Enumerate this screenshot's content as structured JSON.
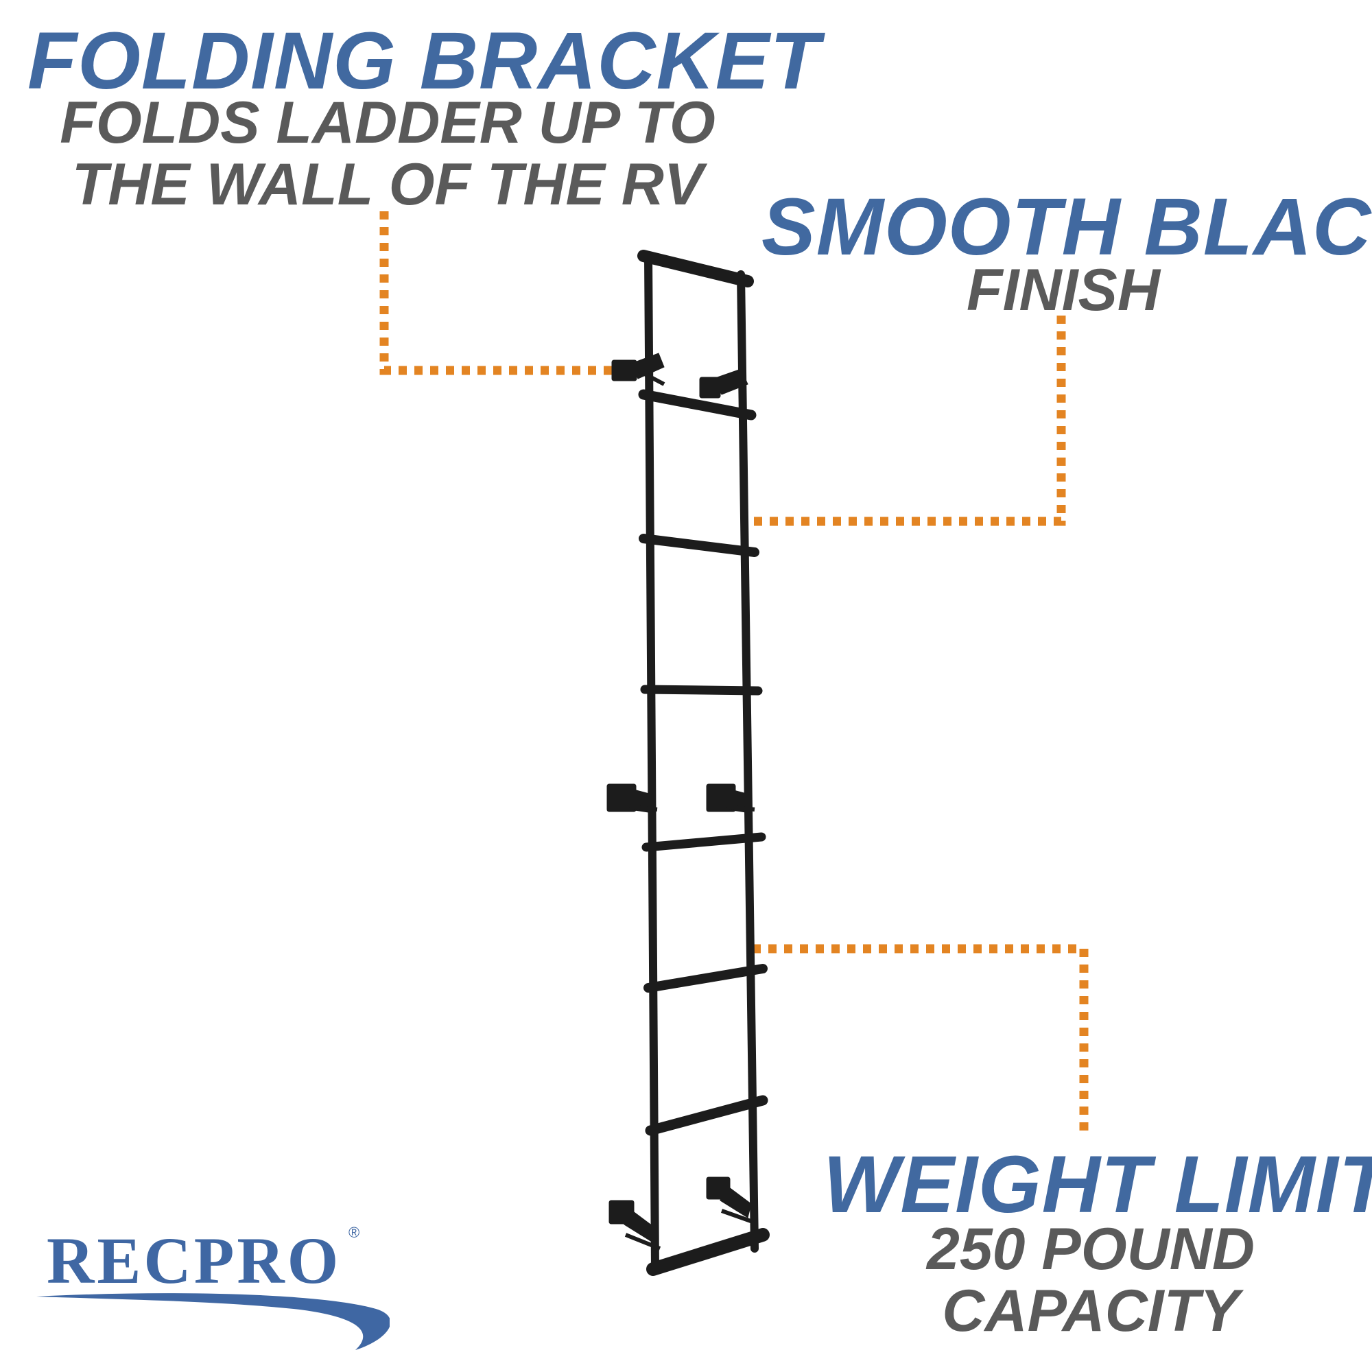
{
  "callouts": {
    "folding_bracket": {
      "title": "FOLDING BRACKET",
      "line1": "FOLDS LADDER UP TO",
      "line2": "THE WALL OF THE RV"
    },
    "finish": {
      "title": "SMOOTH BLACK",
      "line1": "FINISH"
    },
    "weight": {
      "title": "WEIGHT LIMIT",
      "line1": "250 POUND",
      "line2": "CAPACITY"
    }
  },
  "logo": {
    "text": "RECPRO",
    "reg": "®"
  },
  "colors": {
    "headline": "#4169a0",
    "subtext": "#5a5a5a",
    "leader": "#e38422",
    "ladder": "#1c1c1c"
  }
}
